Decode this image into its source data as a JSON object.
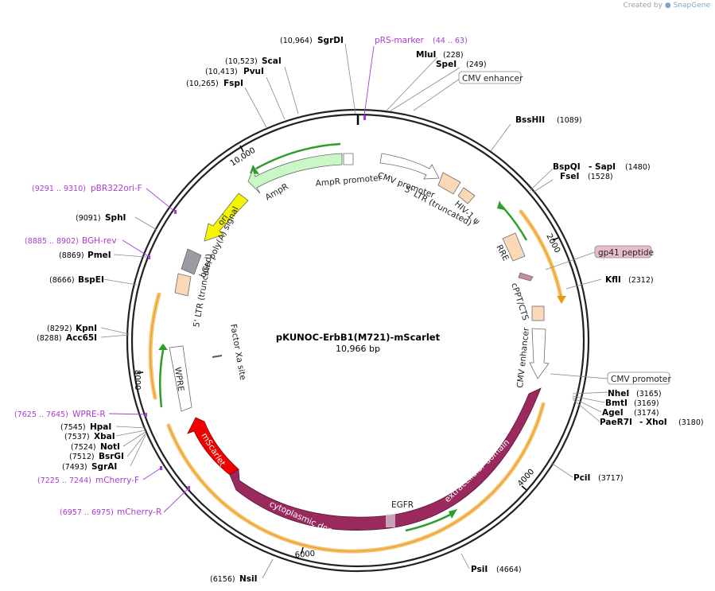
{
  "credit": {
    "prefix": "Created by",
    "brand": "SnapGene"
  },
  "plasmid": {
    "name": "pKUNOC-ErbB1(M721)-mScarlet",
    "length_label": "10,966 bp",
    "length": 10966
  },
  "ticks": [
    "10,000",
    "2000",
    "4000",
    "6000",
    "8000"
  ],
  "sites": [
    {
      "name": "SgrDI",
      "pos": "(10,964)"
    },
    {
      "name": "ScaI",
      "pos": "(10,523)"
    },
    {
      "name": "PvuI",
      "pos": "(10,413)"
    },
    {
      "name": "FspI",
      "pos": "(10,265)"
    },
    {
      "name": "MluI",
      "pos": "(228)"
    },
    {
      "name": "SpeI",
      "pos": "(249)"
    },
    {
      "name": "BssHII",
      "pos": "(1089)"
    },
    {
      "name": "BspQI",
      "pos": "- SapI",
      "extra": "(1480)"
    },
    {
      "name": "FseI",
      "pos": "(1528)"
    },
    {
      "name": "KflI",
      "pos": "(2312)"
    },
    {
      "name": "NheI",
      "pos": "(3165)"
    },
    {
      "name": "BmtI",
      "pos": "(3169)"
    },
    {
      "name": "AgeI",
      "pos": "(3174)"
    },
    {
      "name": "PaeR7I",
      "pos": "- XhoI",
      "extra": "(3180)"
    },
    {
      "name": "PciI",
      "pos": "(3717)"
    },
    {
      "name": "PsiI",
      "pos": "(4664)"
    },
    {
      "name": "NsiI",
      "pos": "(6156)"
    },
    {
      "name": "SphI",
      "pos": "(9091)"
    },
    {
      "name": "PmeI",
      "pos": "(8869)"
    },
    {
      "name": "BspEI",
      "pos": "(8666)"
    },
    {
      "name": "KpnI",
      "pos": "(8292)"
    },
    {
      "name": "Acc65I",
      "pos": "(8288)"
    },
    {
      "name": "HpaI",
      "pos": "(7545)"
    },
    {
      "name": "XbaI",
      "pos": "(7537)"
    },
    {
      "name": "NotI",
      "pos": "(7524)"
    },
    {
      "name": "BsrGI",
      "pos": "(7512)"
    },
    {
      "name": "SgrAI",
      "pos": "(7493)"
    }
  ],
  "primers": [
    {
      "name": "pRS-marker",
      "range": "(44 .. 63)"
    },
    {
      "name": "pBR322ori-F",
      "range": "(9291 .. 9310)"
    },
    {
      "name": "BGH-rev",
      "range": "(8885 .. 8902)"
    },
    {
      "name": "WPRE-R",
      "range": "(7625 .. 7645)"
    },
    {
      "name": "mCherry-F",
      "range": "(7225 .. 7244)"
    },
    {
      "name": "mCherry-R",
      "range": "(6957 .. 6975)"
    }
  ],
  "callouts": {
    "cmv_enhancer": "CMV enhancer",
    "gp41": "gp41 peptide",
    "cmv_promoter": "CMV promoter"
  },
  "features": {
    "ampr": "AmpR",
    "ampr_promoter": "AmpR promoter",
    "ori": "ori",
    "bgh": "bGH poly(A) signal",
    "ltr_left": "5' LTR (truncated)",
    "factor_xa": "Factor Xa site",
    "wpre": "WPRE",
    "mscarlet": "mScarlet",
    "cyto": "cytoplasmic domain",
    "egfr": "EGFR",
    "extra": "extracellular domain",
    "cmv_enh_inner": "CMV enhancer",
    "cppt": "cPPT/CTS",
    "rre": "RRE",
    "hiv": "HIV-1 ψ",
    "ltr_right": "5' LTR (truncated)",
    "cmv_prom_inner": "CMV promoter"
  },
  "colors": {
    "backbone": "#222222",
    "ampr": "#c9f7c6",
    "ori": "#f5f500",
    "bgh": "#9a9ca1",
    "ltr": "#fbd9b6",
    "mscarlet": "#f20000",
    "egfr": "#9a2a5e",
    "orf": "#f5c26b",
    "orf_arrow": "#2e9e2a",
    "gp41": "#e8bccb",
    "primer": "#a93cd1"
  }
}
